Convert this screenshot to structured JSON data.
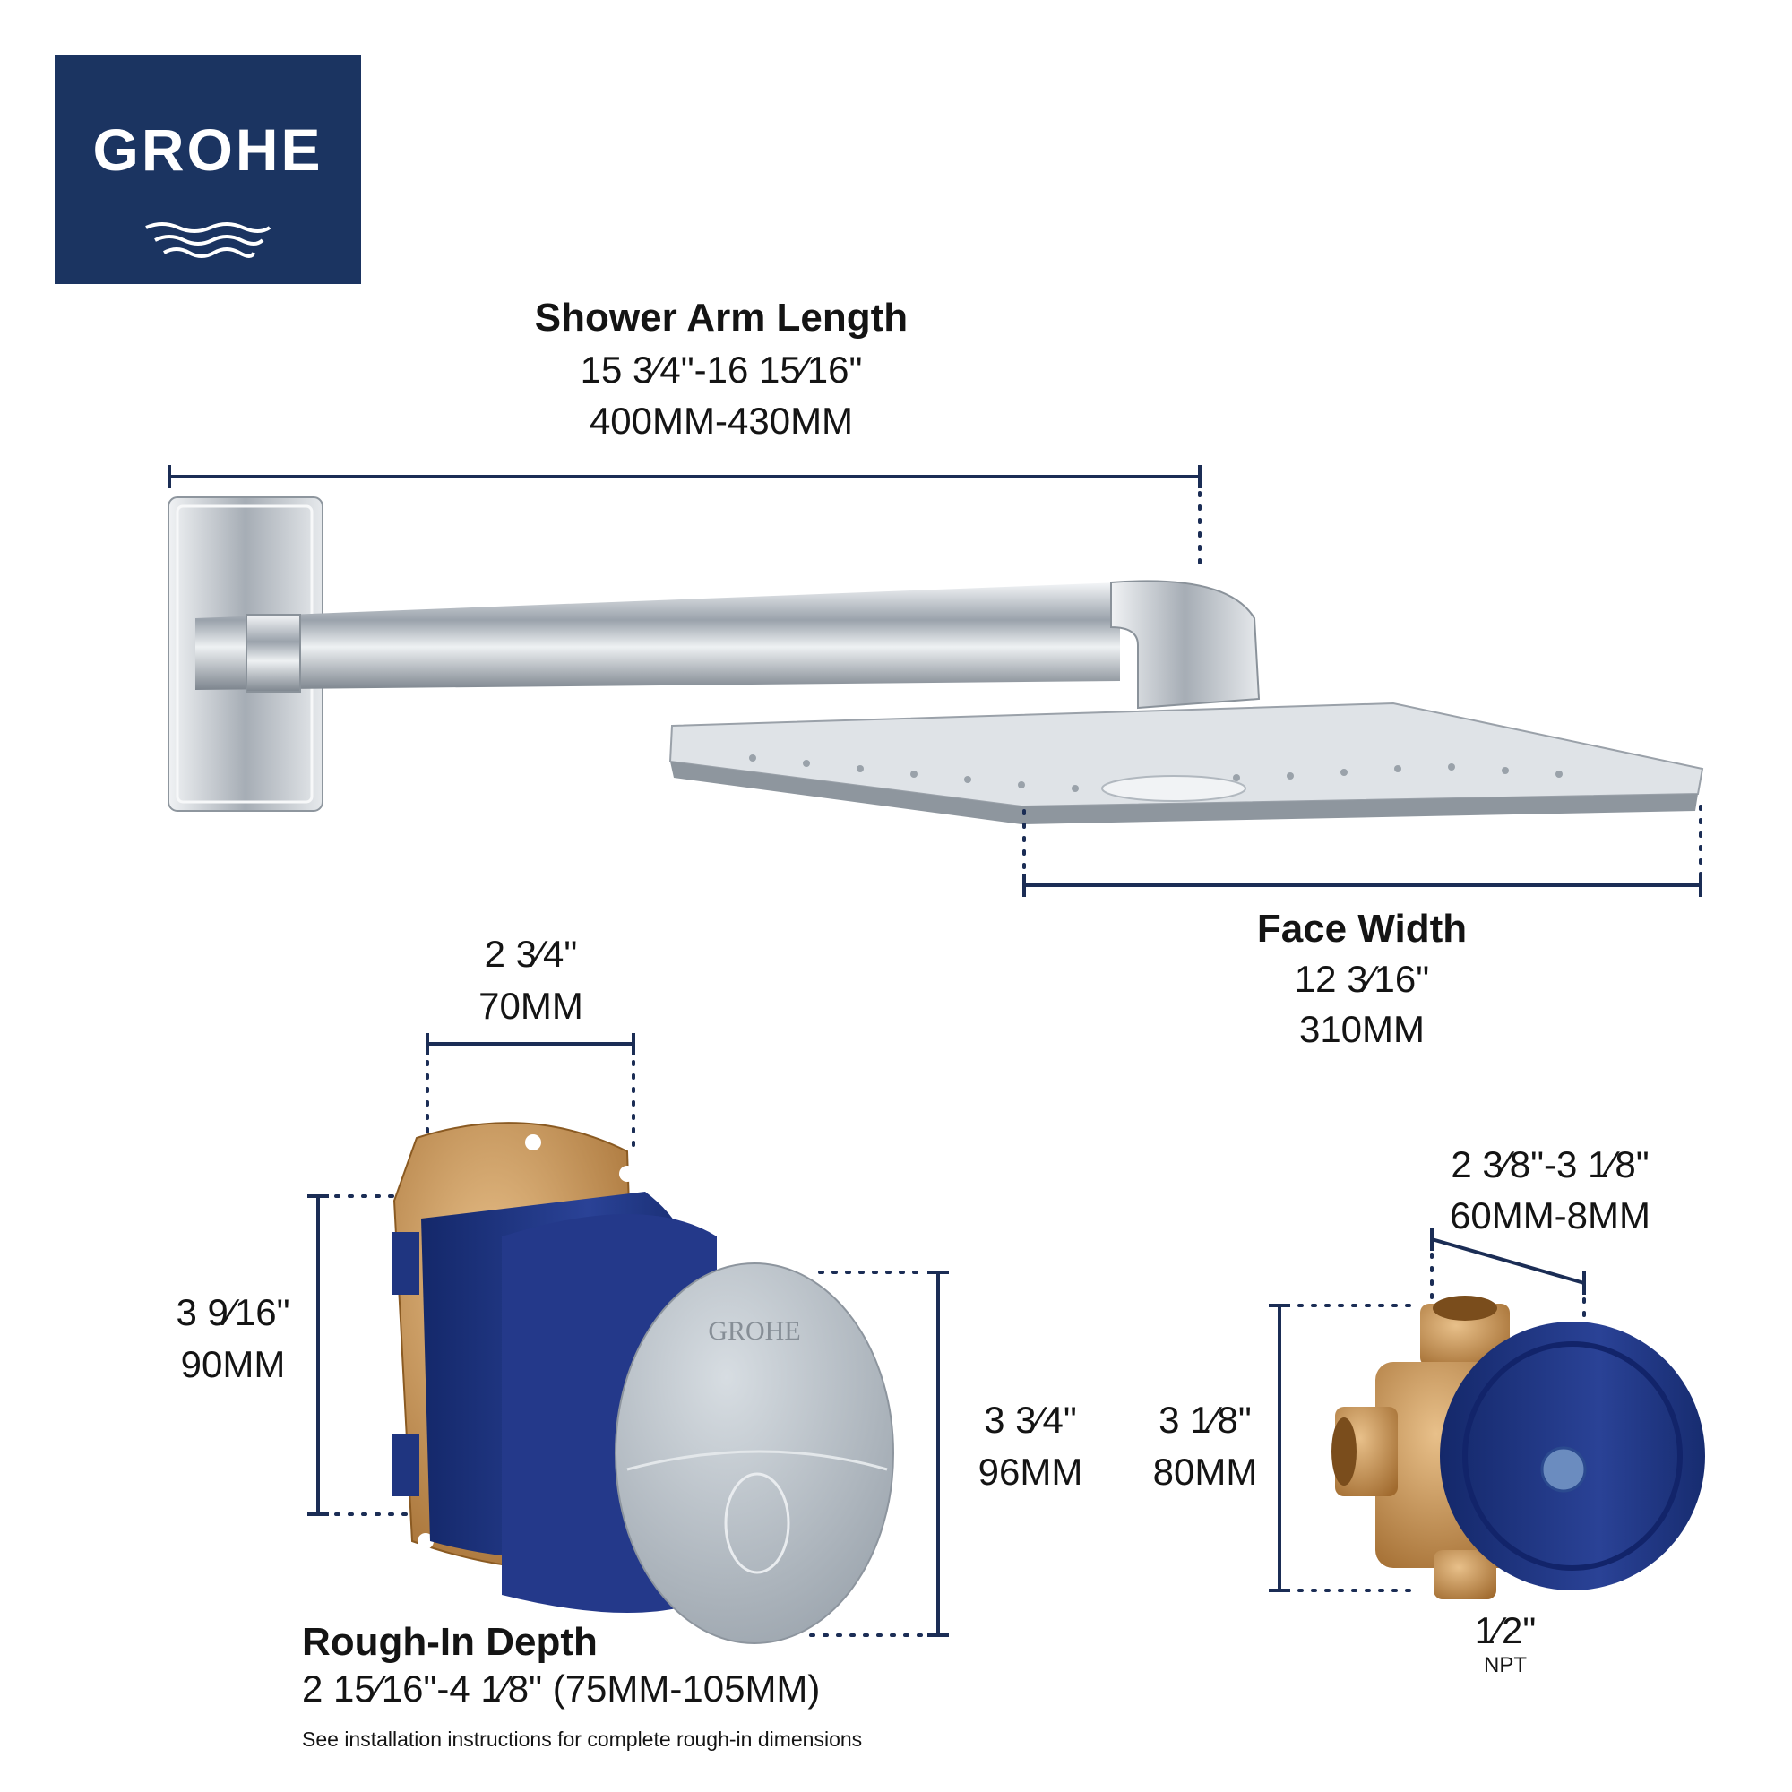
{
  "brand": {
    "name": "GROHE",
    "color": "#1b3461"
  },
  "colors": {
    "dimension_line": "#1b2d55",
    "chrome": "#c9ced4",
    "valve_blue": "#1f3580",
    "cap_grey": "#aeb6be",
    "brass": "#c8924b"
  },
  "shower_arm": {
    "title": "Shower Arm Length",
    "inches": "15 3⁄4\"-16 15⁄16\"",
    "mm": "400MM-430MM"
  },
  "face_width": {
    "title": "Face Width",
    "inches": "12 3⁄16\"",
    "mm": "310MM"
  },
  "valve_width": {
    "inches": "2 3⁄4\"",
    "mm": "70MM"
  },
  "valve_height_left": {
    "inches": "3 9⁄16\"",
    "mm": "90MM"
  },
  "valve_height_right": {
    "inches": "3 3⁄4\"",
    "mm": "96MM"
  },
  "rough_in": {
    "title": "Rough-In Depth",
    "value": "2 15⁄16\"-4 1⁄8\" (75MM-105MM)",
    "note": "See installation instructions for complete rough-in dimensions"
  },
  "small_valve_width": {
    "inches": "2 3⁄8\"-3 1⁄8\"",
    "mm": "60MM-8MM"
  },
  "small_valve_height": {
    "inches": "3 1⁄8\"",
    "mm": "80MM"
  },
  "npt": {
    "size": "1⁄2\"",
    "unit": "NPT"
  },
  "product_marks": {
    "cap_logo": "GROHE"
  }
}
